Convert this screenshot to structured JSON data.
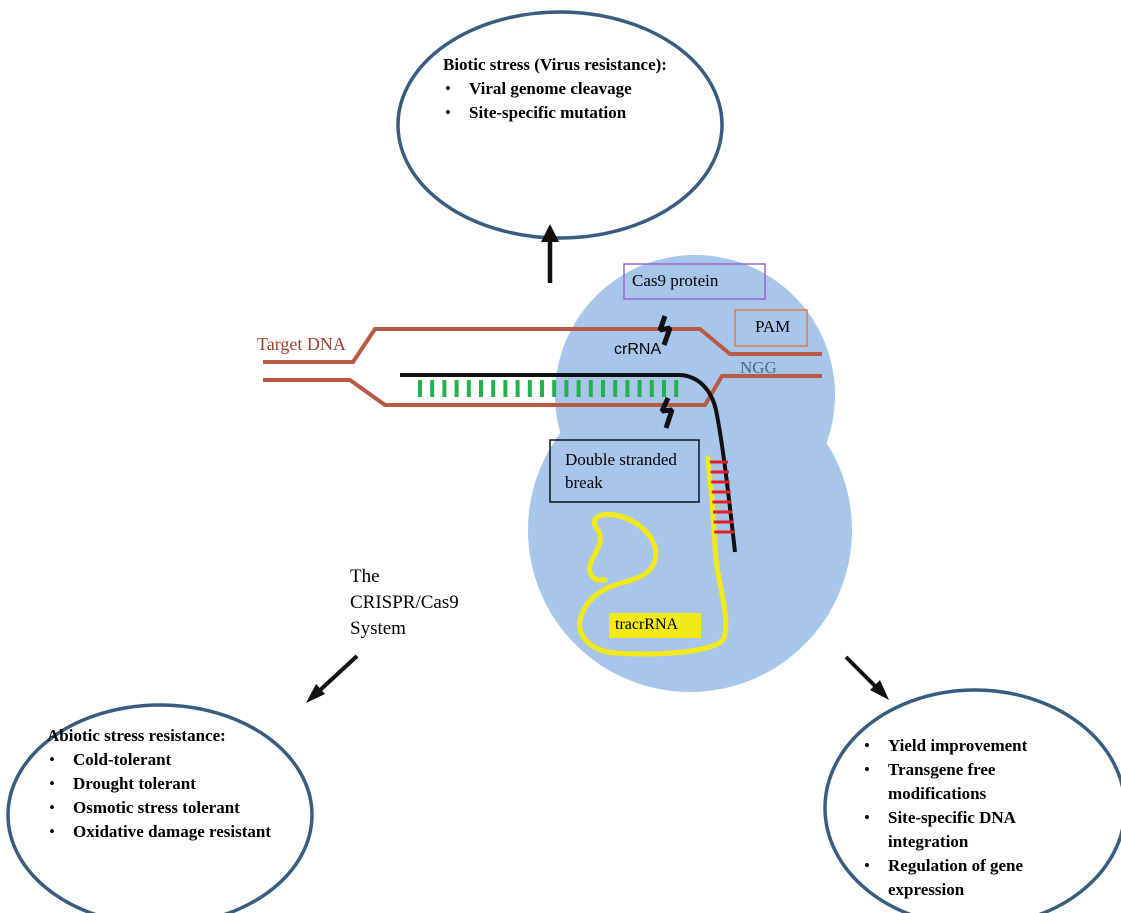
{
  "biotic": {
    "title": "Biotic stress (Virus resistance):",
    "items": [
      "Viral genome cleavage",
      "Site-specific mutation"
    ]
  },
  "abiotic": {
    "title": "Abiotic stress resistance:",
    "items": [
      "Cold-tolerant",
      "Drought tolerant",
      "Osmotic stress tolerant",
      "Oxidative damage resistant"
    ]
  },
  "other": {
    "items": [
      "Yield improvement",
      "Transgene free modifications",
      "Site-specific DNA integration",
      "Regulation of gene expression"
    ]
  },
  "labels": {
    "target_dna": "Target DNA",
    "cas9": "Cas9 protein",
    "pam": "PAM",
    "ngg": "NGG",
    "crrna": "crRNA",
    "dsb": "Double stranded break",
    "tracrrna": "tracrRNA",
    "system": "The CRISPR/Cas9 System"
  },
  "colors": {
    "ellipse_stroke": "#3a5d7f",
    "cas9_fill": "#a8c6ea",
    "dna": "#b85a44",
    "crrna_bars": "#22b14c",
    "tracr": "#f2ea18",
    "tracr_bars": "#e31e24",
    "cas9_box": "#9966cc",
    "pam_box": "#e07b39",
    "target_dna_text": "#a0402a",
    "ngg_text": "#4a6a8a"
  }
}
